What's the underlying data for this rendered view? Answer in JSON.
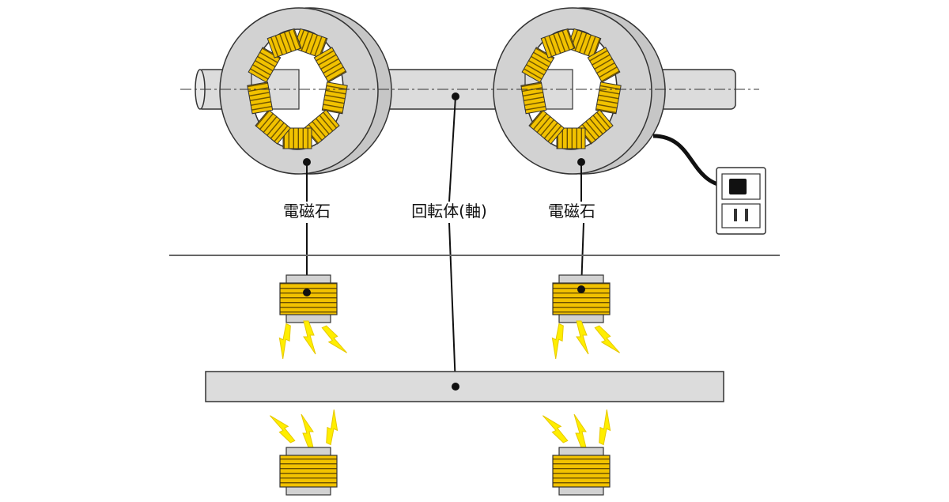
{
  "labels": {
    "magnet_left": "電磁石",
    "rotor": "回転体(軸)",
    "magnet_right": "電磁石"
  },
  "icons": {
    "magnet": "electromagnet-ring-icon",
    "coil": "coil-icon",
    "force": "lightning-bolt-icon",
    "outlet": "power-outlet-icon",
    "plug": "plug-icon"
  },
  "colors": {
    "ring": "#d2d2d2",
    "coil": "#f2c200",
    "coil_stripe": "#6b5000",
    "shaft": "#dcdcdc",
    "bolt": "#ffee00",
    "bolt_outline": "#e6c800",
    "line": "#111111"
  }
}
